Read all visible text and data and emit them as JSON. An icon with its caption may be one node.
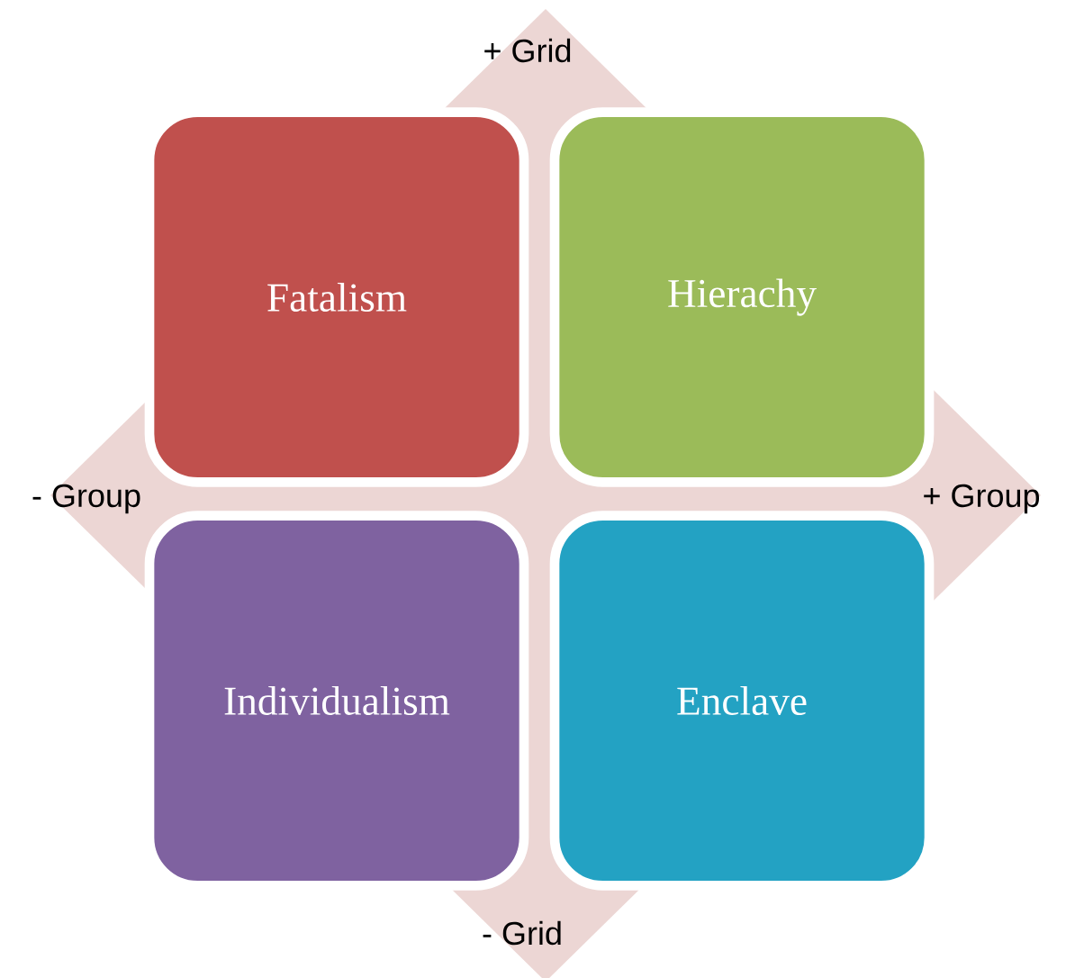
{
  "diagram": {
    "nodes": [
      {
        "text": [
          "Fatalism"
        ]
      },
      {
        "text": [
          "Hierachy"
        ]
      },
      {
        "text": [
          "Individualism"
        ]
      },
      {
        "text": [
          "Enclave"
        ]
      }
    ],
    "labels": [
      "+ Grid",
      "- Group",
      "+ Group",
      "- Grid"
    ]
  }
}
